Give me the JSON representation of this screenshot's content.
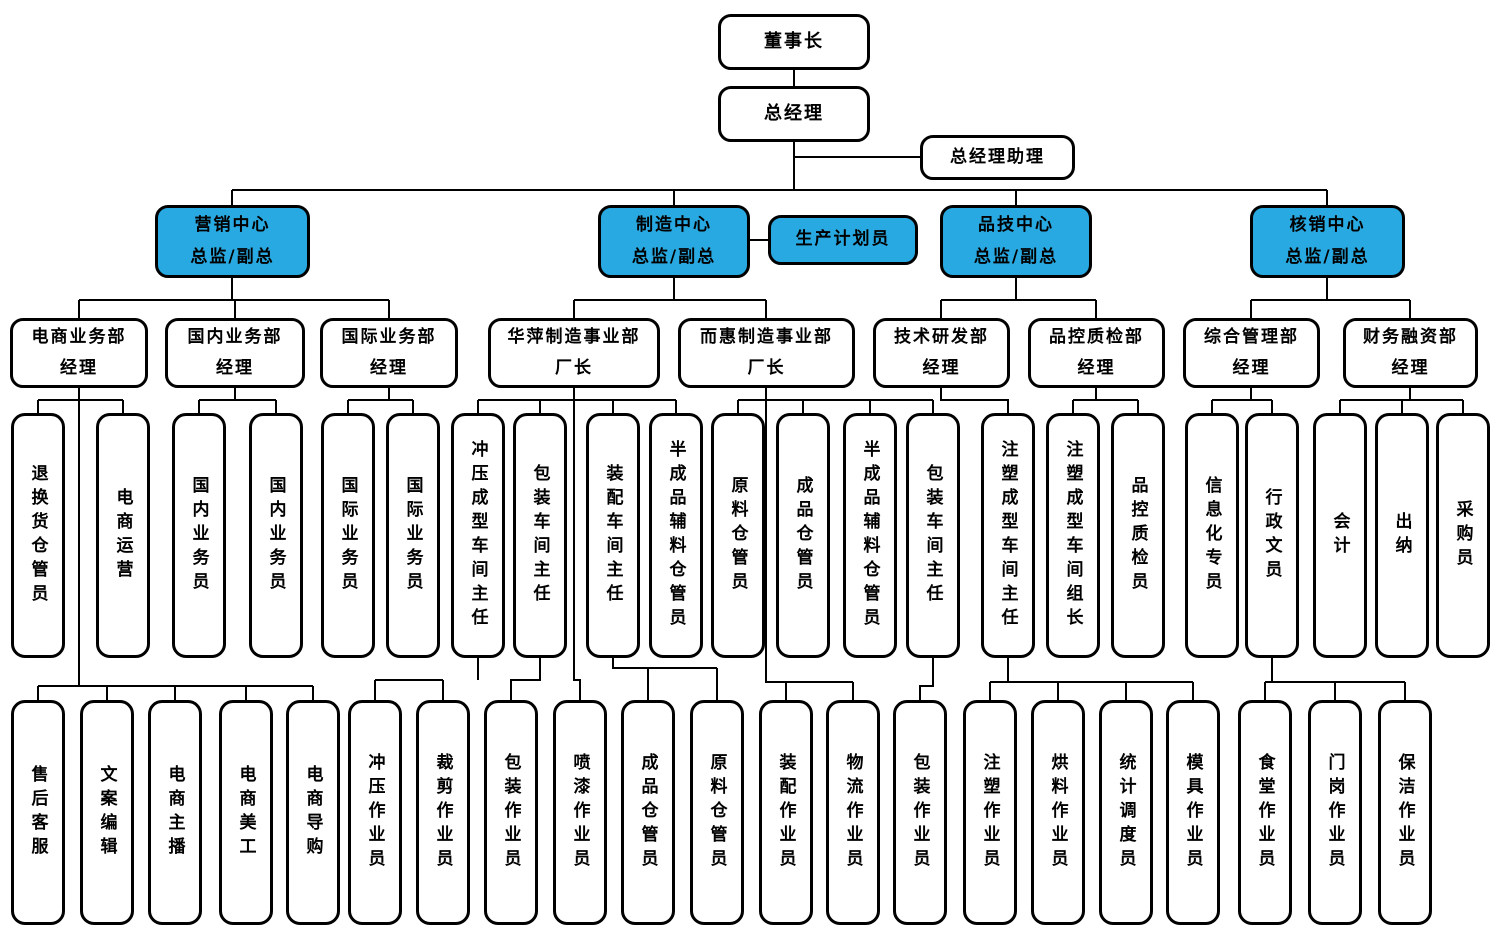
{
  "colors": {
    "highlight_blue": "#29A9E1",
    "box_border": "#000000",
    "background": "#ffffff"
  },
  "nodes": {
    "chairman": "董事长",
    "gm": "总经理",
    "gm_assistant": "总经理助理",
    "marketing_center": "营销中心\n总监/副总",
    "manufacturing_center": "制造中心\n总监/副总",
    "production_planner": "生产计划员",
    "quality_tech_center": "品技中心\n总监/副总",
    "verification_center": "核销中心\n总监/副总",
    "ecommerce_dept": "电商业务部\n经理",
    "domestic_dept": "国内业务部\n经理",
    "international_dept": "国际业务部\n经理",
    "huaping_factory": "华萍制造事业部\n厂长",
    "erhui_factory": "而惠制造事业部\n厂长",
    "rd_dept": "技术研发部\n经理",
    "qc_dept": "品控质检部\n经理",
    "admin_dept": "综合管理部\n经理",
    "finance_dept": "财务融资部\n经理",
    "returns_warehouse": "退换货仓管员",
    "ecommerce_ops": "电商运营",
    "domestic_sales": "国内业务员",
    "international_sales": "国际业务员",
    "stamping_chief": "冲压成型车间主任",
    "packaging_chief": "包装车间主任",
    "assembly_chief": "装配车间主任",
    "semi_material_keeper": "半成品辅料仓管员",
    "raw_keeper": "原料仓管员",
    "finished_keeper": "成品仓管员",
    "injection_chief": "注塑成型车间主任",
    "injection_leader": "注塑成型车间组长",
    "qc_inspector": "品控质检员",
    "it_specialist": "信息化专员",
    "admin_clerk": "行政文员",
    "accountant": "会计",
    "cashier": "出纳",
    "purchaser": "采购员",
    "aftersales": "售后客服",
    "copywriter": "文案编辑",
    "livestreamer": "电商主播",
    "designer": "电商美工",
    "shopping_guide": "电商导购",
    "stamping_worker": "冲压作业员",
    "cutting_worker": "裁剪作业员",
    "packaging_worker": "包装作业员",
    "painting_worker": "喷漆作业员",
    "assembly_worker": "装配作业员",
    "logistics_worker": "物流作业员",
    "injection_worker": "注塑作业员",
    "drying_worker": "烘料作业员",
    "stats_scheduler": "统计调度员",
    "mold_worker": "模具作业员",
    "canteen_worker": "食堂作业员",
    "gate_worker": "门岗作业员",
    "cleaning_worker": "保洁作业员"
  }
}
